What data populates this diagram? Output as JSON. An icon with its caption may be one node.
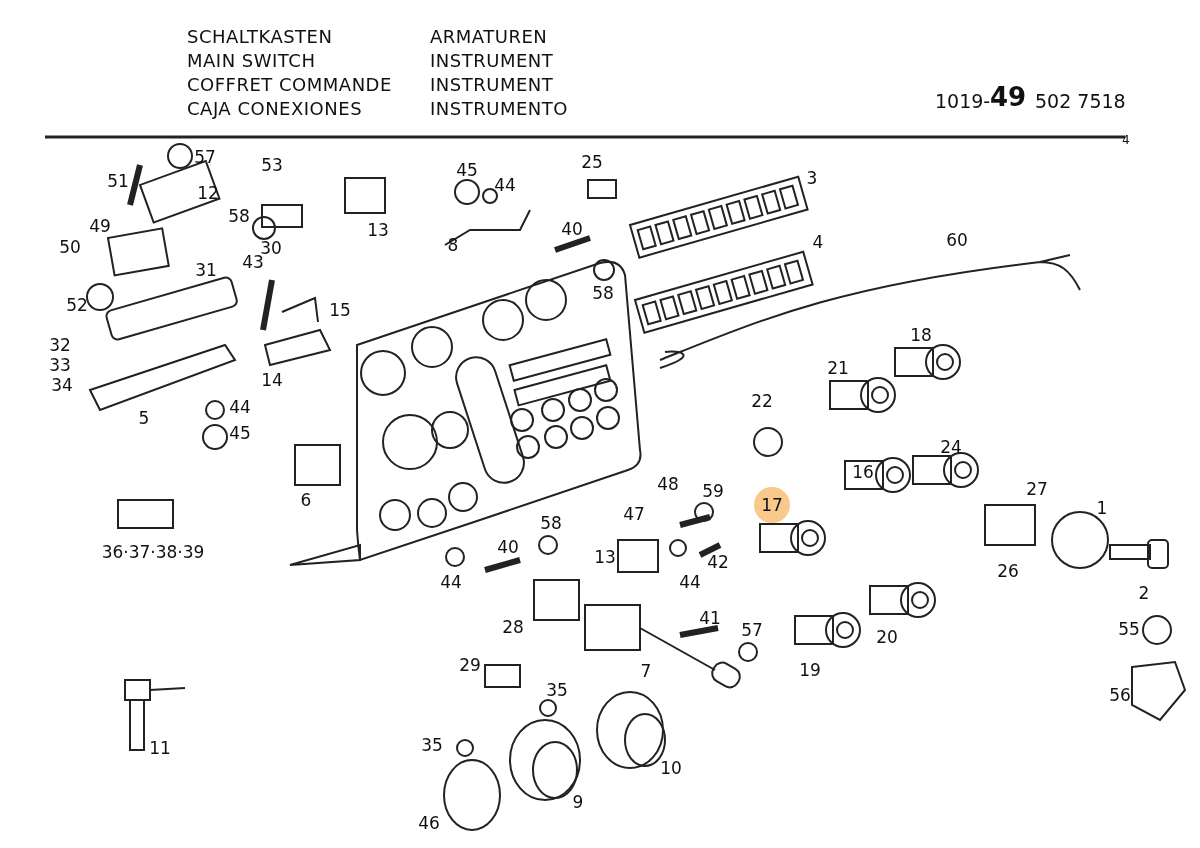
{
  "diagram": {
    "labels": [
      "SCHALTKASTEN",
      "ARMATUREN",
      "MAIN SWITCH",
      "INSTRUMENT",
      "COFFRET COMMANDE",
      "INSTRUMENT",
      "CAJA CONEXIONES",
      "INSTRUMENTO",
      "1019-",
      "49",
      "502 7518",
      "4",
      "57",
      "53",
      "25",
      "51",
      "45",
      "44",
      "12",
      "3",
      "49",
      "58",
      "30",
      "13",
      "8",
      "40",
      "4",
      "60",
      "50",
      "31",
      "43",
      "58",
      "52",
      "15",
      "32",
      "33",
      "34",
      "14",
      "18",
      "21",
      "5",
      "44",
      "45",
      "22",
      "24",
      "16",
      "48",
      "59",
      "27",
      "6",
      "47",
      "17",
      "1",
      "58",
      "36·37·38·39",
      "40",
      "13",
      "42",
      "26",
      "44",
      "44",
      "2",
      "41",
      "28",
      "57",
      "20",
      "55",
      "29",
      "7",
      "19",
      "35",
      "56",
      "11",
      "35",
      "10",
      "9",
      "46"
    ]
  }
}
